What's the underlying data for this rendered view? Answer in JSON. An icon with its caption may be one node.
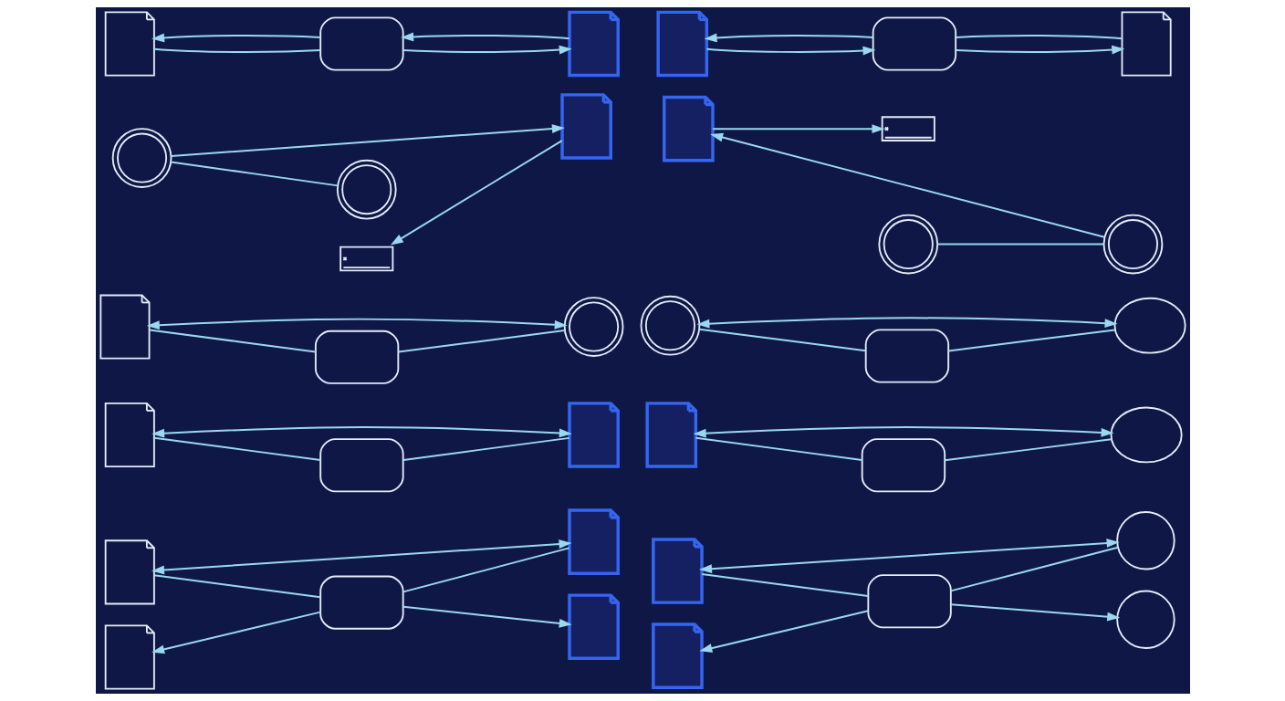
{
  "diagram": {
    "nodes": [
      {
        "text": [],
        "shape": "document"
      },
      {
        "text": [],
        "shape": "document"
      },
      {
        "text": [],
        "shape": "box"
      },
      {
        "text": [],
        "shape": "gear"
      },
      {
        "text": [],
        "shape": "document"
      },
      {
        "text": [],
        "shape": "gear"
      },
      {
        "text": [],
        "shape": "squiggle"
      },
      {
        "text": [],
        "shape": "document"
      },
      {
        "text": [],
        "shape": "gear"
      },
      {
        "text": [],
        "shape": "box"
      },
      {
        "text": [],
        "shape": "document"
      },
      {
        "text": [],
        "shape": "document"
      },
      {
        "text": [],
        "shape": "box"
      },
      {
        "text": [],
        "shape": "document"
      },
      {
        "text": [],
        "shape": "document"
      },
      {
        "text": [],
        "shape": "box"
      },
      {
        "text": [],
        "shape": "document"
      },
      {
        "text": [],
        "shape": "document"
      },
      {
        "text": [],
        "shape": "document"
      },
      {
        "text": [],
        "shape": "document"
      },
      {
        "text": [],
        "shape": "box"
      },
      {
        "text": [],
        "shape": "document"
      },
      {
        "text": [],
        "shape": "gear"
      },
      {
        "text": [],
        "shape": "squiggle"
      },
      {
        "text": [],
        "shape": "gear"
      },
      {
        "text": [],
        "shape": "gear"
      },
      {
        "text": [],
        "shape": "bubble"
      },
      {
        "text": [],
        "shape": "box"
      },
      {
        "text": [],
        "shape": "document"
      },
      {
        "text": [],
        "shape": "bubble"
      },
      {
        "text": [],
        "shape": "box"
      },
      {
        "text": [],
        "shape": "document"
      },
      {
        "text": [],
        "shape": "circle"
      },
      {
        "text": [],
        "shape": "box"
      },
      {
        "text": [],
        "shape": "document"
      },
      {
        "text": [],
        "shape": "circle"
      }
    ],
    "edges": [
      {
        "from": 2,
        "to": 0,
        "arrow": "to"
      },
      {
        "from": 2,
        "to": 1,
        "arrow": "to"
      },
      {
        "from": 0,
        "to": 2,
        "arrow": "none"
      },
      {
        "from": 1,
        "to": 2,
        "arrow": "to"
      },
      {
        "from": 3,
        "to": 4,
        "arrow": "to"
      },
      {
        "from": 3,
        "to": 5,
        "arrow": "none"
      },
      {
        "from": 4,
        "to": 6,
        "arrow": "to"
      },
      {
        "from": 7,
        "to": 8,
        "arrow": "both"
      },
      {
        "from": 7,
        "to": 9,
        "arrow": "none"
      },
      {
        "from": 9,
        "to": 8,
        "arrow": "none"
      },
      {
        "from": 10,
        "to": 11,
        "arrow": "both"
      },
      {
        "from": 10,
        "to": 12,
        "arrow": "none"
      },
      {
        "from": 12,
        "to": 11,
        "arrow": "none"
      },
      {
        "from": 13,
        "to": 14,
        "arrow": "both"
      },
      {
        "from": 13,
        "to": 15,
        "arrow": "none"
      },
      {
        "from": 15,
        "to": 14,
        "arrow": "none"
      },
      {
        "from": 15,
        "to": 16,
        "arrow": "to"
      },
      {
        "from": 15,
        "to": 17,
        "arrow": "to"
      },
      {
        "from": 20,
        "to": 18,
        "arrow": "to"
      },
      {
        "from": 20,
        "to": 19,
        "arrow": "to"
      },
      {
        "from": 18,
        "to": 20,
        "arrow": "to"
      },
      {
        "from": 20,
        "to": 19,
        "arrow": "none"
      },
      {
        "from": 22,
        "to": 21,
        "arrow": "to"
      },
      {
        "from": 21,
        "to": 23,
        "arrow": "to"
      },
      {
        "from": 24,
        "to": 22,
        "arrow": "none"
      },
      {
        "from": 25,
        "to": 26,
        "arrow": "both"
      },
      {
        "from": 25,
        "to": 27,
        "arrow": "none"
      },
      {
        "from": 27,
        "to": 26,
        "arrow": "none"
      },
      {
        "from": 28,
        "to": 29,
        "arrow": "both"
      },
      {
        "from": 28,
        "to": 30,
        "arrow": "none"
      },
      {
        "from": 30,
        "to": 29,
        "arrow": "none"
      },
      {
        "from": 31,
        "to": 32,
        "arrow": "both"
      },
      {
        "from": 31,
        "to": 33,
        "arrow": "none"
      },
      {
        "from": 33,
        "to": 32,
        "arrow": "none"
      },
      {
        "from": 33,
        "to": 34,
        "arrow": "to"
      },
      {
        "from": 33,
        "to": 35,
        "arrow": "to"
      }
    ]
  }
}
